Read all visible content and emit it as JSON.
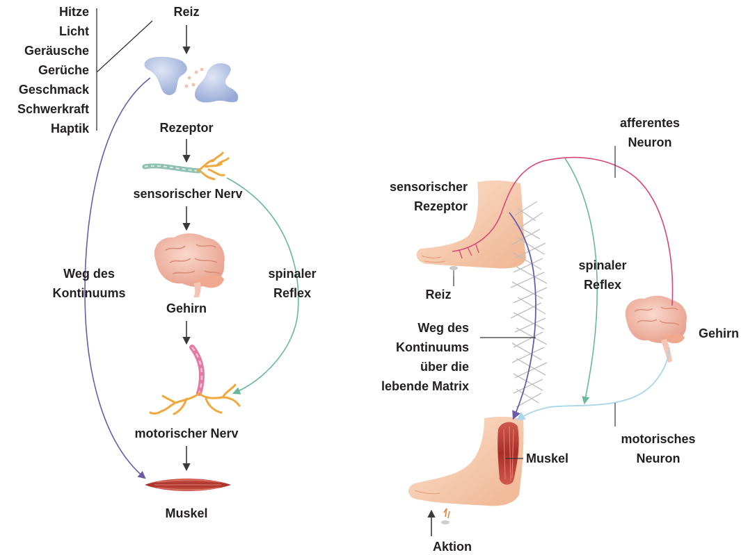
{
  "left": {
    "stimuli": [
      "Hitze",
      "Licht",
      "Geräusche",
      "Gerüche",
      "Geschmack",
      "Schwerkraft",
      "Haptik"
    ],
    "reiz": "Reiz",
    "rezeptor": "Rezeptor",
    "sensorischer_nerv": "sensorischer Nerv",
    "gehirn": "Gehirn",
    "motorischer_nerv": "motorischer Nerv",
    "muskel": "Muskel",
    "weg_line1": "Weg des",
    "weg_line2": "Kontinuums",
    "spinal_line1": "spinaler",
    "spinal_line2": "Reflex"
  },
  "right": {
    "afferent_line1": "afferentes",
    "afferent_line2": "Neuron",
    "sens_rez_line1": "sensorischer",
    "sens_rez_line2": "Rezeptor",
    "reiz": "Reiz",
    "spinal_line1": "spinaler",
    "spinal_line2": "Reflex",
    "gehirn": "Gehirn",
    "weg_line1": "Weg des",
    "weg_line2": "Kontinuums",
    "weg_line3": "über die",
    "weg_line4": "lebende Matrix",
    "muskel": "Muskel",
    "motor_line1": "motorisches",
    "motor_line2": "Neuron",
    "aktion": "Aktion"
  },
  "colors": {
    "text": "#231f20",
    "arrow": "#3a3a3a",
    "purple_path": "#6a5aa8",
    "green_path": "#6ab89c",
    "pink_path": "#d8457a",
    "light_blue_path": "#a9d6e8",
    "skin": "#f6c8a6",
    "brain": "#f2bfae",
    "receptor": "#b6c4e4",
    "nerve": "#f0a83c",
    "muscle": "#b83a32"
  }
}
